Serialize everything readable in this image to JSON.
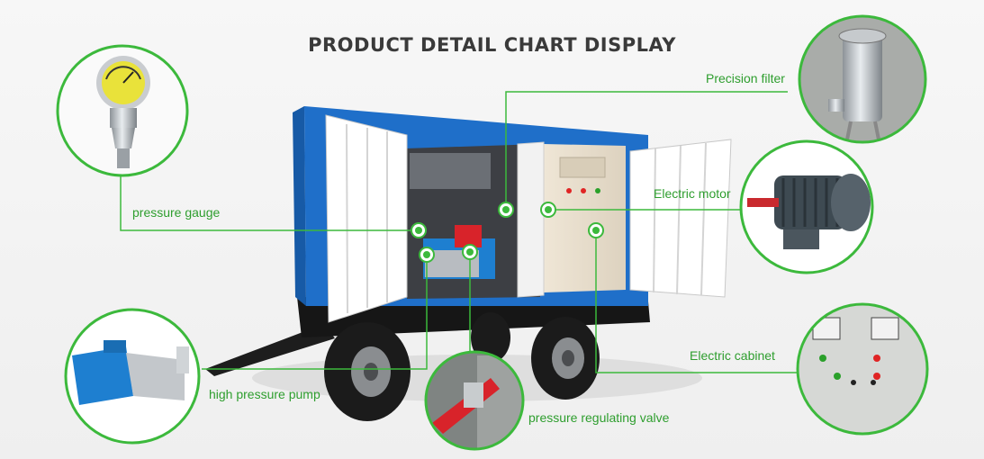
{
  "title": "PRODUCT DETAIL CHART DISPLAY",
  "colors": {
    "accent": "#3cb93c",
    "label": "#2e9e2e",
    "container_blue": "#1f6fc9",
    "door": "#ffffff",
    "pump_blue": "#1e7fd0"
  },
  "callouts": [
    {
      "id": "pressure-gauge",
      "label": "pressure gauge",
      "icon": "pressure-gauge-icon"
    },
    {
      "id": "precision-filter",
      "label": "Precision filter",
      "icon": "filter-housing-icon"
    },
    {
      "id": "electric-motor",
      "label": "Electric motor",
      "icon": "electric-motor-icon"
    },
    {
      "id": "high-pressure-pump",
      "label": "high pressure pump",
      "icon": "plunger-pump-icon"
    },
    {
      "id": "pressure-regulating-valve",
      "label": "pressure regulating valve",
      "icon": "valve-handle-icon"
    },
    {
      "id": "electric-cabinet",
      "label": "Electric cabinet",
      "icon": "control-panel-icon"
    }
  ]
}
